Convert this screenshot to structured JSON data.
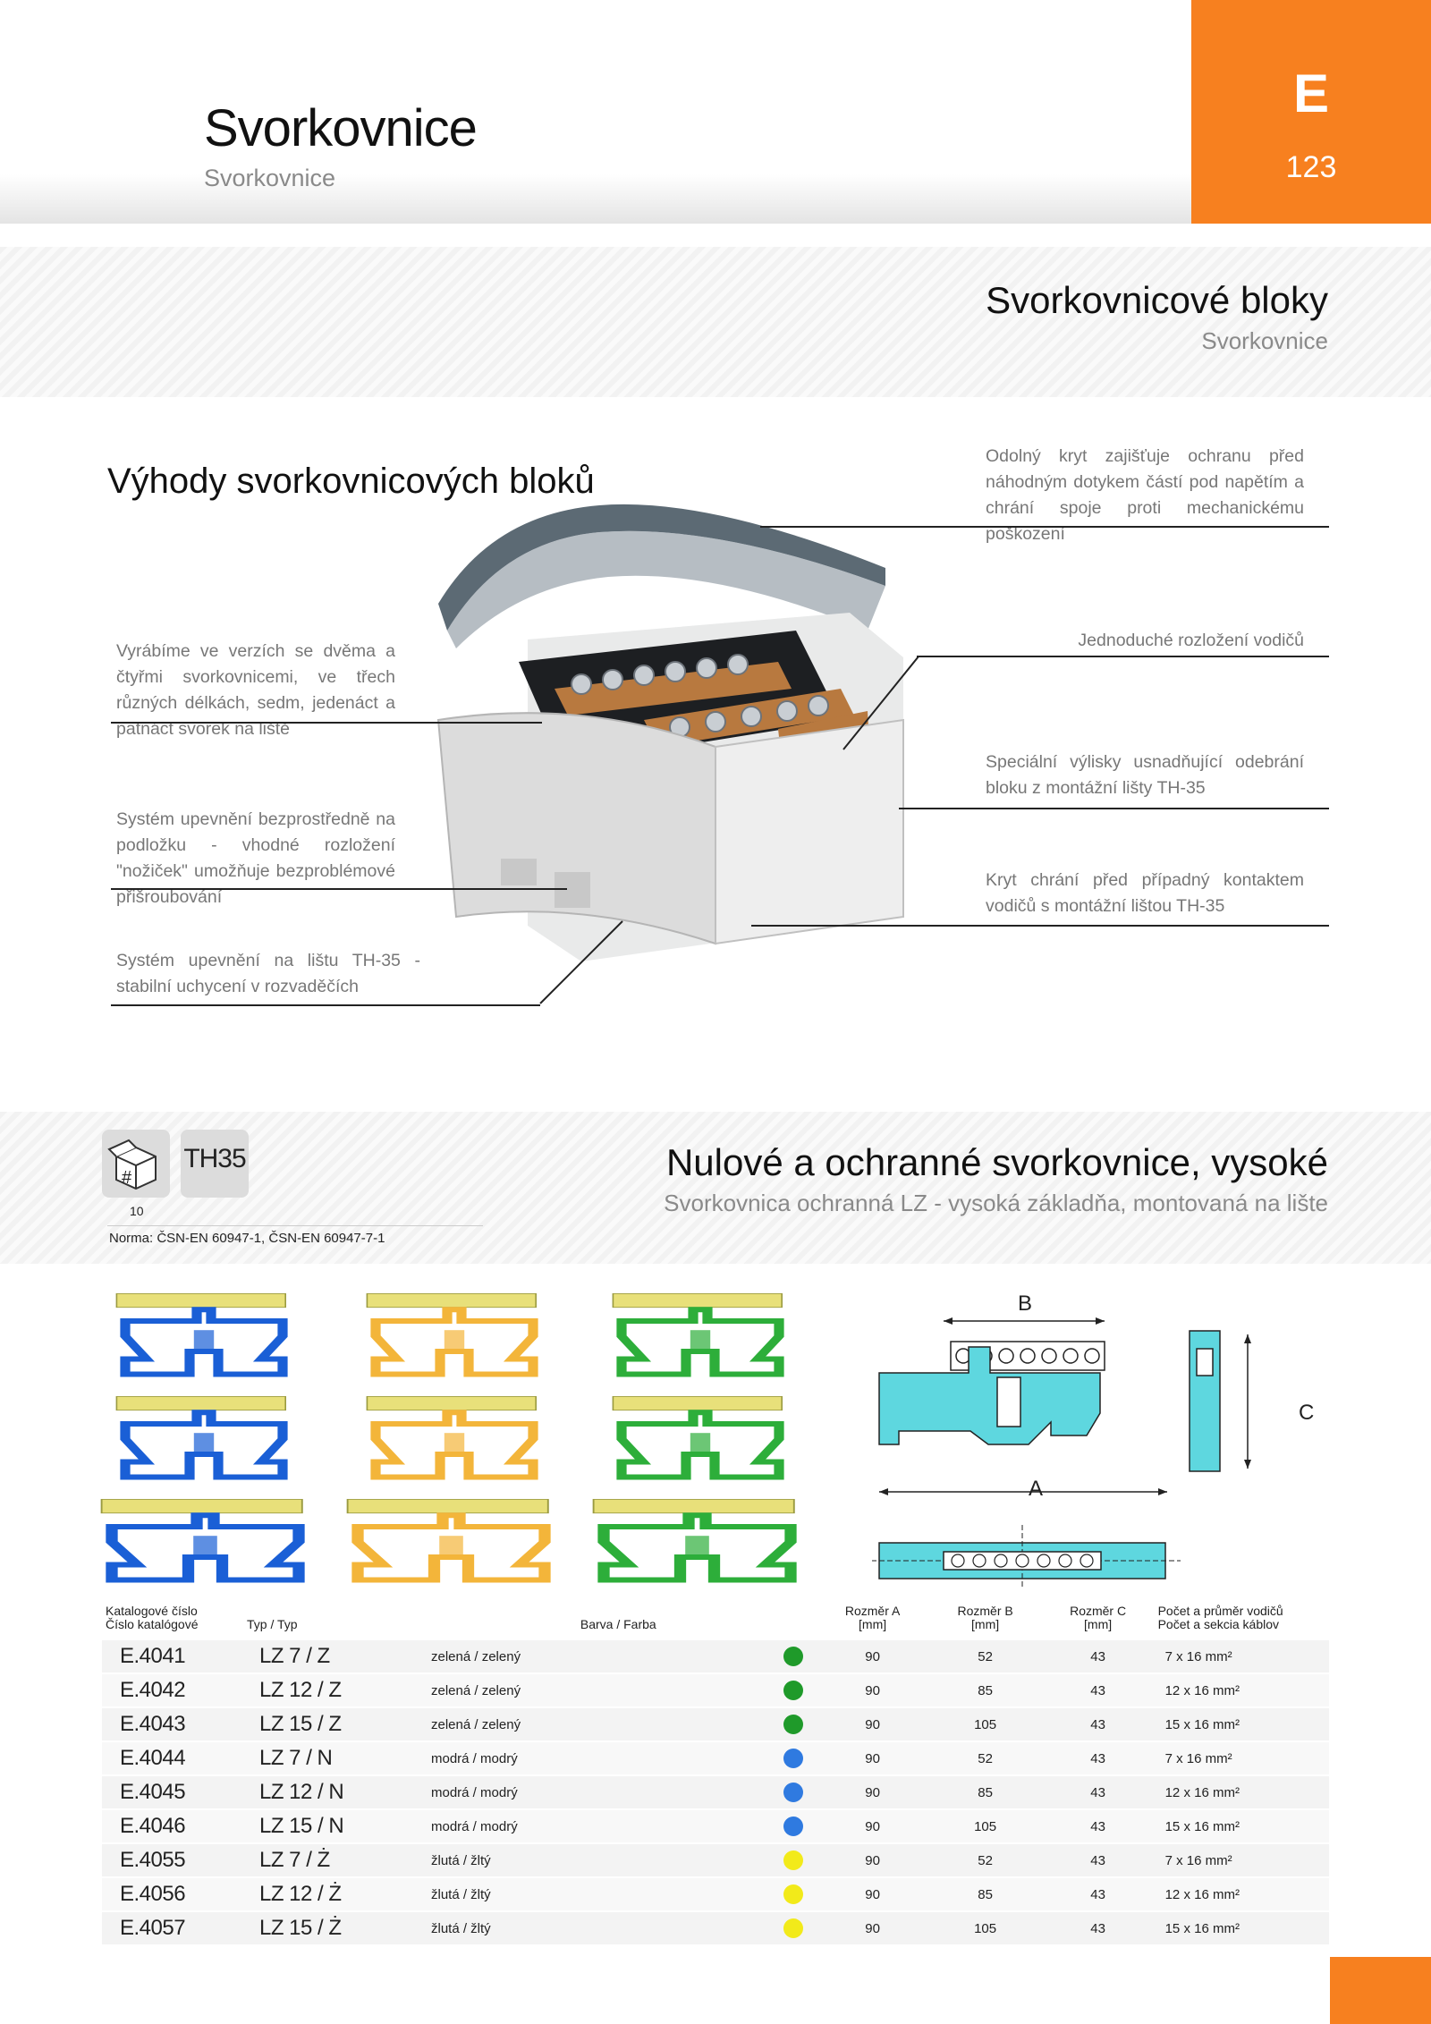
{
  "header": {
    "title": "Svorkovnice",
    "subtitle": "Svorkovnice"
  },
  "tab": {
    "letter": "E",
    "page": "123"
  },
  "section1": {
    "title": "Svorkovnicové bloky",
    "subtitle": "Svorkovnice"
  },
  "benefits": {
    "title": "Výhody svorkovnicových bloků",
    "left": [
      "Vyrábíme ve verzích se dvěma a čtyřmi svorkovnicemi, ve třech různých délkách, sedm, jedenáct a patnáct svorek na liště",
      "Systém upevnění bezprostředně na podložku - vhodné rozložení \"nožiček\" umožňuje bezproblémové přišroubování",
      "Systém upevnění na lištu TH-35 - stabilní uchycení v rozvaděčích"
    ],
    "right": [
      "Odolný kryt zajišťuje ochranu před náhodným dotykem částí pod napětím a chrání spoje proti mechanickému poškození",
      "Jednoduché rozložení vodičů",
      "Speciální výlisky usnadňující odebrání bloku z montážní lišty TH-35",
      "Kryt chrání před případný  kontaktem vodičů s montážní lištou TH-35"
    ]
  },
  "section2": {
    "title": "Nulové a ochranné svorkovnice, vysoké",
    "subtitle": "Svorkovnica ochranná LZ - vysoká základňa, montovaná na lište",
    "pack_icon": "box-hash-icon",
    "pack_qty": "10",
    "rail": "TH35",
    "norma": "Norma:  ČSN-EN 60947-1, ČSN-EN 60947-7-1"
  },
  "drawing": {
    "label_a": "A",
    "label_b": "B",
    "label_c": "C"
  },
  "colors": {
    "orange": "#f7801f",
    "blue": "#1a5fd6",
    "yellow": "#f3b53a",
    "green": "#2dae3a",
    "drawing": "#5ed7df"
  },
  "table": {
    "headers": {
      "cat": [
        "Katalogové číslo",
        "Číslo katalógové"
      ],
      "type": "Typ / Typ",
      "color": "Barva / Farba",
      "a": [
        "Rozměr A",
        "[mm]"
      ],
      "b": [
        "Rozměr B",
        "[mm]"
      ],
      "c": [
        "Rozměr C",
        "[mm]"
      ],
      "count": [
        "Počet a průměr vodičů",
        "Počet a sekcia káblov"
      ]
    },
    "rows": [
      {
        "cat": "E.4041",
        "type": "LZ 7 / Z",
        "color": "zelená / zelený",
        "dot": "#1f9a2a",
        "a": "90",
        "b": "52",
        "c": "43",
        "count": "7 x 16 mm²"
      },
      {
        "cat": "E.4042",
        "type": "LZ 12 / Z",
        "color": "zelená / zelený",
        "dot": "#1f9a2a",
        "a": "90",
        "b": "85",
        "c": "43",
        "count": "12 x 16 mm²"
      },
      {
        "cat": "E.4043",
        "type": "LZ 15 / Z",
        "color": "zelená / zelený",
        "dot": "#1f9a2a",
        "a": "90",
        "b": "105",
        "c": "43",
        "count": "15 x 16 mm²"
      },
      {
        "cat": "E.4044",
        "type": "LZ 7 / N",
        "color": "modrá / modrý",
        "dot": "#2f7ae0",
        "a": "90",
        "b": "52",
        "c": "43",
        "count": "7 x 16 mm²"
      },
      {
        "cat": "E.4045",
        "type": "LZ 12 / N",
        "color": "modrá / modrý",
        "dot": "#2f7ae0",
        "a": "90",
        "b": "85",
        "c": "43",
        "count": "12 x 16 mm²"
      },
      {
        "cat": "E.4046",
        "type": "LZ 15 / N",
        "color": "modrá / modrý",
        "dot": "#2f7ae0",
        "a": "90",
        "b": "105",
        "c": "43",
        "count": "15 x 16 mm²"
      },
      {
        "cat": "E.4055",
        "type": "LZ 7 / Ż",
        "color": "žlutá / žltý",
        "dot": "#f2ea1a",
        "a": "90",
        "b": "52",
        "c": "43",
        "count": "7 x 16 mm²"
      },
      {
        "cat": "E.4056",
        "type": "LZ 12 / Ż",
        "color": "žlutá / žltý",
        "dot": "#f2ea1a",
        "a": "90",
        "b": "85",
        "c": "43",
        "count": "12 x 16 mm²"
      },
      {
        "cat": "E.4057",
        "type": "LZ 15 / Ż",
        "color": "žlutá / žltý",
        "dot": "#f2ea1a",
        "a": "90",
        "b": "105",
        "c": "43",
        "count": "15 x 16 mm²"
      }
    ]
  }
}
